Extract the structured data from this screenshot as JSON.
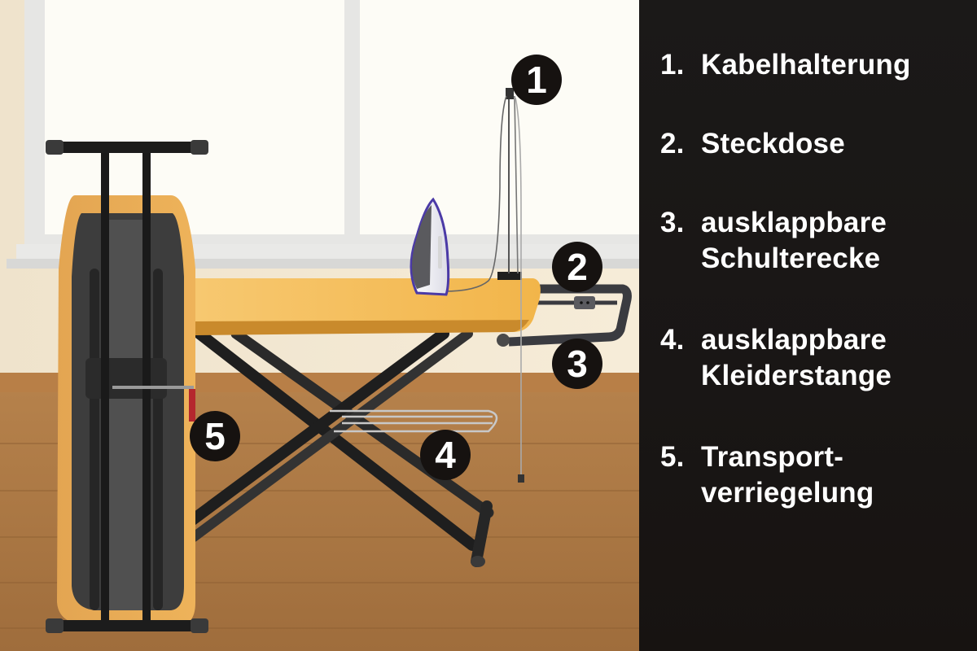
{
  "scene": {
    "description": "Ironing board illustration with numbered parts",
    "colors": {
      "wall": "#f3e7d0",
      "window": "#fdfcf5",
      "window_frame": "#e4e4e2",
      "floor": "#b07a45",
      "board_cover": "#f2b94e",
      "frame_metal": "#222222",
      "legend_bg": "#1a1614",
      "marker_bg": "#161210"
    },
    "markers": [
      {
        "number": "1",
        "target": "cable-holder"
      },
      {
        "number": "2",
        "target": "power-socket"
      },
      {
        "number": "3",
        "target": "foldable-shoulder-extension"
      },
      {
        "number": "4",
        "target": "foldable-clothes-rail"
      },
      {
        "number": "5",
        "target": "transport-lock"
      }
    ]
  },
  "legend": {
    "items": [
      {
        "number": "1.",
        "lines": [
          "Kabelhalterung"
        ]
      },
      {
        "number": "2.",
        "lines": [
          "Steckdose"
        ]
      },
      {
        "number": "3.",
        "lines": [
          "ausklappbare",
          "Schulterecke"
        ]
      },
      {
        "number": "4.",
        "lines": [
          "ausklappbare",
          "Kleiderstange"
        ]
      },
      {
        "number": "5.",
        "lines": [
          "Transport-",
          "verriegelung"
        ]
      }
    ]
  }
}
